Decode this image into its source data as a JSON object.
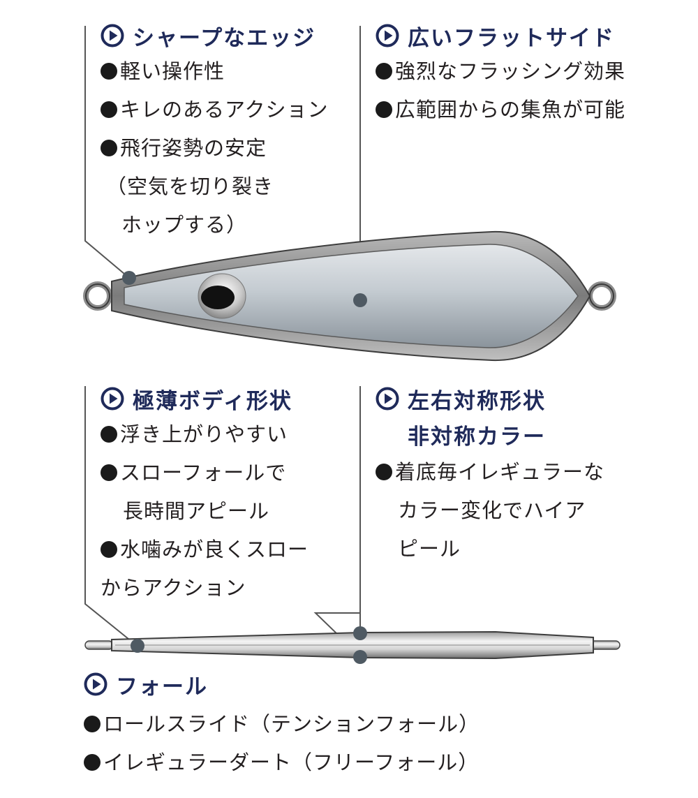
{
  "colors": {
    "heading": "#1f2a5a",
    "text": "#231f20",
    "leader": "#555555",
    "marker": "#4f5a63"
  },
  "sections": {
    "edge": {
      "icon": "play-circle-icon",
      "title": "シャープなエッジ",
      "bullets": [
        "軽い操作性",
        "キレのあるアクション",
        "飛行姿勢の安定"
      ],
      "continuation": [
        "（空気を切り裂き",
        "ホップする）"
      ]
    },
    "flat_side": {
      "icon": "play-circle-icon",
      "title": "広いフラットサイド",
      "bullets": [
        "強烈なフラッシング効果",
        "広範囲からの集魚が可能"
      ]
    },
    "thin_body": {
      "icon": "play-circle-icon",
      "title": "極薄ボディ形状",
      "bullet1": "浮き上がりやすい",
      "bullet2": "スローフォールで",
      "bullet2_cont": "長時間アピール",
      "bullet3": "水噛みが良くスロー",
      "bullet3_cont": "からアクション"
    },
    "symmetry": {
      "icon": "play-circle-icon",
      "title_line1": "左右対称形状",
      "title_line2": "非対称カラー",
      "bullet": "着底毎イレギュラーな",
      "cont1": "カラー変化でハイア",
      "cont2": "ピール"
    },
    "fall": {
      "icon": "play-circle-icon",
      "title": "フォール",
      "bullets": [
        "ロールスライド（テンションフォール）",
        "イレギュラーダート（フリーフォール）"
      ]
    }
  }
}
